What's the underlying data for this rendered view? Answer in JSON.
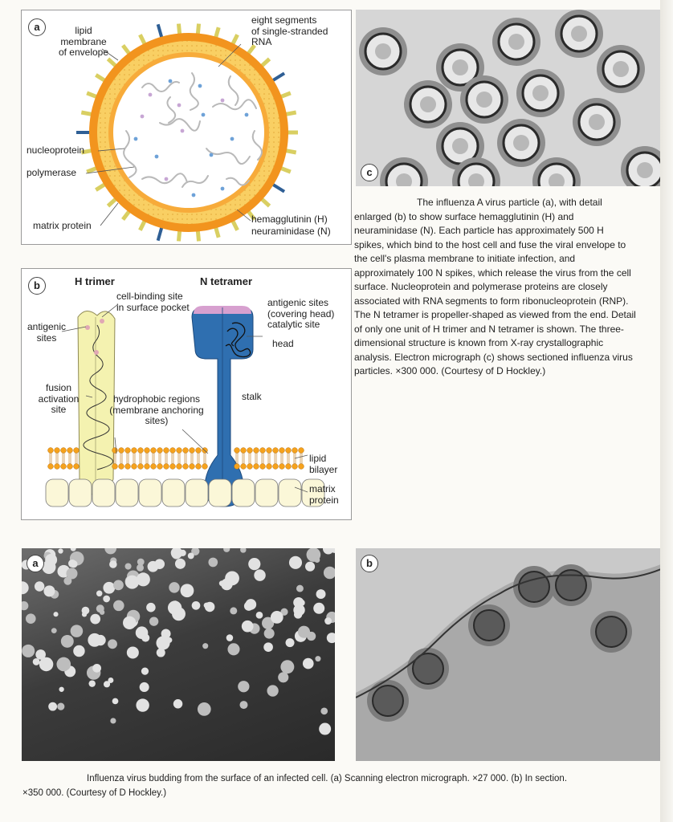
{
  "fig_top": {
    "panel_a": {
      "badge": "a",
      "labels": {
        "lipid": "lipid",
        "membrane": "membrane",
        "of_envelope": "of envelope",
        "eight_segments": "eight segments",
        "of_ss": "of single-stranded",
        "rna": "RNA",
        "nucleoprotein": "nucleoprotein",
        "polymerase": "polymerase",
        "matrix_protein": "matrix protein",
        "hemagglutinin": "hemagglutinin (H)",
        "neuraminidase": "neuraminidase (N)"
      }
    },
    "panel_b": {
      "badge": "b",
      "h_title": "H trimer",
      "n_title": "N tetramer",
      "labels": {
        "cell_binding_1": "cell-binding site",
        "cell_binding_2": "in surface pocket",
        "antigenic_1": "antigenic",
        "antigenic_2": "sites",
        "antigenic_n1": "antigenic sites",
        "antigenic_n2": "(covering head)",
        "catalytic": "catalytic site",
        "head": "head",
        "fusion_1": "fusion",
        "fusion_2": "activation",
        "fusion_3": "site",
        "hydrophobic_1": "hydrophobic regions",
        "hydrophobic_2": "(membrane anchoring",
        "hydrophobic_3": "sites)",
        "stalk": "stalk",
        "lipid_1": "lipid",
        "lipid_2": "bilayer",
        "matrix_1": "matrix",
        "matrix_2": "protein"
      }
    },
    "panel_c": {
      "badge": "c"
    },
    "caption_lines": [
      "The influenza A virus particle (a), with detail",
      "enlarged (b) to show surface hemagglutinin (H) and",
      "neuraminidase (N). Each particle has approximately 500 H",
      "spikes, which bind to the host cell and fuse the viral envelope to",
      "the cell's plasma membrane to initiate infection, and",
      "approximately 100 N spikes, which release the virus from the cell",
      "surface. Nucleoprotein and polymerase proteins are closely",
      "associated with RNA segments to form ribonucleoprotein (RNP).",
      "The N tetramer is propeller-shaped as viewed from the end. Detail",
      "of only one unit of H trimer and N tetramer is shown. The three-",
      "dimensional structure is known from X-ray crystallographic",
      "analysis. Electron micrograph (c) shows sectioned influenza virus",
      "particles. ×300 000. (Courtesy of D Hockley.)"
    ]
  },
  "fig_bottom": {
    "badge_a": "a",
    "badge_b": "b",
    "caption_lines": [
      "Influenza virus budding from the surface of an infected cell. (a) Scanning electron micrograph. ×27 000. (b) In section.",
      "×350 000. (Courtesy of D Hockley.)"
    ]
  },
  "colors": {
    "envelope_orange": "#f2941e",
    "envelope_yellow": "#f9cf63",
    "h_trimer": "#f4f2b0",
    "n_tetramer": "#2f6fb0",
    "n_cap": "#d7a0cf",
    "lipid_head": "#f6a21c"
  }
}
